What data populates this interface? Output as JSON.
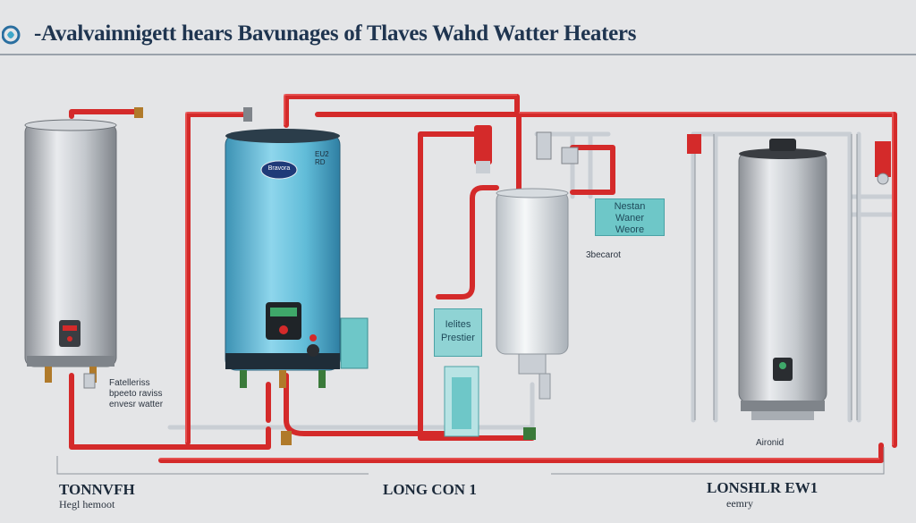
{
  "header": {
    "title": "-Avalvainnigett hears Bavunages of Tlaves Wahd Watter Heaters"
  },
  "diagram": {
    "center_heater_brand": "Bravora",
    "center_heater_model": "EU2\nRD",
    "left_block_label": "Fatelleriss\nbpeeto raviss\nenvesr watter",
    "sign_right_top": "Nestan\nWaner\nWeore",
    "sign_center_panel": "Ielites\nPrestier",
    "label_center_right": "3becarot",
    "label_right_bottom": "Aironid",
    "bottom_left_title": "TONNVFH",
    "bottom_left_sub": "Hegl hemoot",
    "bottom_center_title": "LONG CON 1",
    "bottom_right_title": "LONSHLR EW1",
    "bottom_right_sub": "eemry"
  },
  "colors": {
    "pipe_hot": "#d42a2a",
    "pipe_cold": "#c9ced4",
    "tank_silver": "#b8bcc1",
    "tank_blue": "#5fb8d4",
    "sign_teal": "#6ec7c8",
    "title": "#1f3550"
  }
}
